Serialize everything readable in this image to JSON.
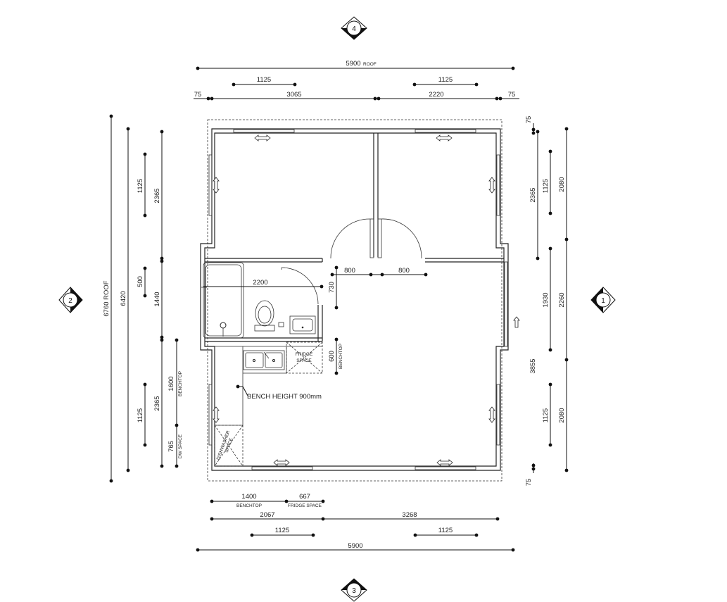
{
  "grid_markers": {
    "top": "4",
    "left": "2",
    "right": "1",
    "bottom": "3"
  },
  "top_dims": {
    "overall": "5900",
    "overall_note": "ROOF",
    "window_left": "1125",
    "window_right": "1125",
    "edge_left": "75",
    "span_left": "3065",
    "span_right": "2220",
    "edge_right": "75"
  },
  "bottom_dims": {
    "benchtop": "1400",
    "benchtop_label": "BENCHTOP",
    "fridge": "667",
    "fridge_label": "FRIDGE SPACE",
    "span_left": "2067",
    "span_right": "3268",
    "window_left": "1125",
    "window_right": "1125",
    "overall": "5900"
  },
  "left_dims": {
    "overall_roof": "6760 ROOF",
    "overall": "6420",
    "upper": "2365",
    "mid": "1440",
    "lower": "2365",
    "window_upper": "1125",
    "window_lower": "1125",
    "gap": "500",
    "benchtop": "1600",
    "benchtop_label": "BENCHTOP",
    "dw": "765",
    "dw_label": "DW SPACE"
  },
  "right_dims": {
    "edge_top": "75",
    "edge_bottom": "75",
    "upper": "2365",
    "window_upper": "1125",
    "room_upper": "2080",
    "mid": "1930",
    "mid_total": "2260",
    "lower_total": "3855",
    "window_lower": "1125",
    "room_lower": "2080"
  },
  "interior_dims": {
    "bath": "2200",
    "door_left": "800",
    "door_right": "800",
    "door_depth": "730",
    "fridge_depth": "600",
    "fridge_depth_label": "BENCHTOP"
  },
  "labels": {
    "fridge_space": [
      "FRIDGE",
      "SPACE"
    ],
    "dishwasher_space": [
      "DISHWASHER",
      "SPACE"
    ],
    "bench_height": "BENCH HEIGHT 900mm"
  }
}
